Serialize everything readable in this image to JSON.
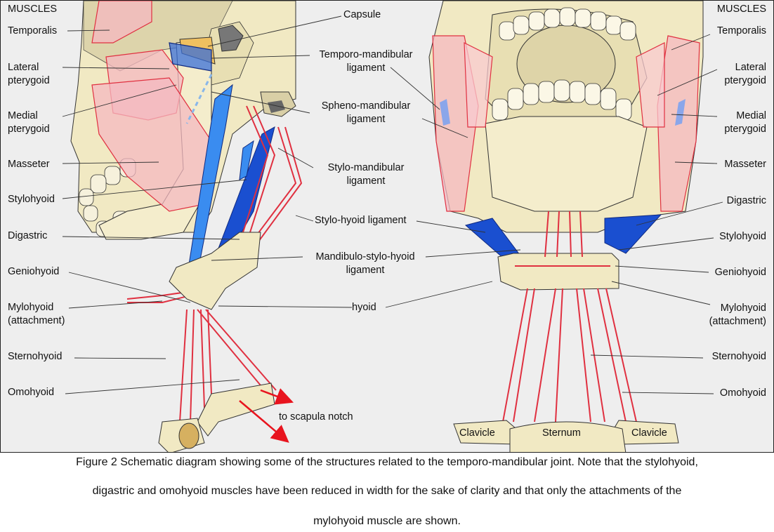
{
  "left_panel": {
    "heading": "MUSCLES",
    "labels": {
      "temporalis": "Temporalis",
      "lateral_pterygoid": "Lateral\npterygoid",
      "medial_pterygoid": "Medial\npterygoid",
      "masseter": "Masseter",
      "stylohyoid": "Stylohyoid",
      "digastric": "Digastric",
      "geniohyoid": "Geniohyoid",
      "mylohyoid": "Mylohyoid\n(attachment)",
      "sternohyoid": "Sternohyoid",
      "omohyoid": "Omohyoid"
    }
  },
  "center_labels": {
    "capsule": "Capsule",
    "temporo_mandibular": "Temporo-mandibular\nligament",
    "spheno_mandibular": "Spheno-mandibular\nligament",
    "stylo_mandibular": "Stylo-mandibular\nligament",
    "stylo_hyoid": "Stylo-hyoid ligament",
    "mandibulo_stylo_hyoid": "Mandibulo-stylo-hyoid\nligament",
    "hyoid": "hyoid",
    "scapula": "to scapula notch"
  },
  "right_panel": {
    "heading": "MUSCLES",
    "labels": {
      "temporalis": "Temporalis",
      "lateral_pterygoid": "Lateral\npterygoid",
      "medial_pterygoid": "Medial\npterygoid",
      "masseter": "Masseter",
      "digastric": "Digastric",
      "stylohyoid": "Stylohyoid",
      "geniohyoid": "Geniohyoid",
      "mylohyoid": "Mylohyoid\n(attachment)",
      "sternohyoid": "Sternohyoid",
      "omohyoid": "Omohyoid"
    },
    "bones": {
      "clavicle_left": "Clavicle",
      "sternum": "Sternum",
      "clavicle_right": "Clavicle"
    }
  },
  "caption": {
    "line1": "Figure 2 Schematic diagram showing some of the structures related to the temporo-mandibular joint. Note that the stylohyoid,",
    "line2": "digastric and omohyoid muscles have been reduced in width for the sake of clarity and that only the attachments of the",
    "line3": "mylohyoid muscle are shown."
  },
  "colors": {
    "bone": "#f1e9c3",
    "bone_shade": "#d9cfa6",
    "muscle": "#f4b8c0",
    "muscle_line": "#e03040",
    "ligament": "#1a4fd0",
    "ligament_light": "#3a8cf0",
    "arrow": "#e8141e"
  }
}
